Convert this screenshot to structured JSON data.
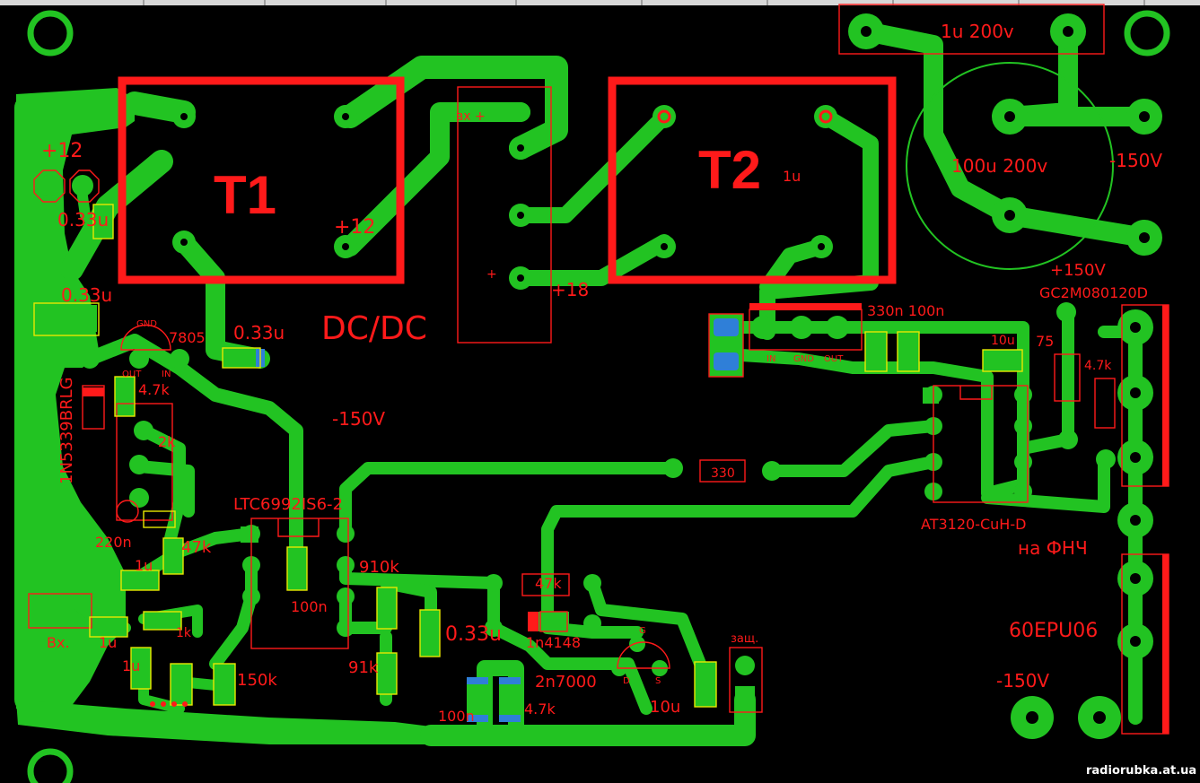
{
  "labels": {
    "t1": "T1",
    "t2": "T2",
    "dcdc": "DC/DC",
    "plus12_left": "+12",
    "plus12_t1": "+12",
    "plus18": "+18",
    "vx_plus": "вх  +",
    "plus_sign": "+",
    "c033_1": "0.33u",
    "c033_2": "0.33u",
    "c033_3": "0.33u",
    "c033_4": "0.33u",
    "reg7805": "7805",
    "gnd": "GND",
    "out": "OUT",
    "in": "IN",
    "zener": "1N5339BRLG",
    "r47k_1": "4.7k",
    "r2k": "2k",
    "c220n": "220n",
    "r47k_big": "47k",
    "c1u_1": "1u",
    "c1u_2": "1u",
    "c1u_3": "1u",
    "r1k": "1k",
    "vx": "Вх.",
    "r150k": "150k",
    "minus150_mid": "-150V",
    "ltc": "LTC6992IS6-2",
    "c100n_1": "100n",
    "r910k": "910k",
    "r91k": "91k",
    "r330": "330",
    "r47k_2": "47k",
    "d1n4148": "1n4148",
    "q2n7000": "2n7000",
    "g": "G",
    "d": "D",
    "s": "S",
    "c100n_2": "100n",
    "r47k_3": "4.7k",
    "c10u_1": "10u",
    "zash": "защ.",
    "t2_1u": "1u",
    "cap_1u200": "1u 200v",
    "cap_100u200": "100u 200v",
    "minus150_right": "-150V",
    "plus150": "+150V",
    "gc2m": "GC2M080120D",
    "c330n100n": "330n 100n",
    "in2": "IN",
    "gnd2": "GND",
    "out2": "OUT",
    "c10u_2": "10u",
    "r75": "75",
    "r47k_4": "4.7k",
    "at3120": "AT3120-CuH-D",
    "nafnch": "на ФНЧ",
    "epu": "60EPU06",
    "minus150_bottom": "-150V",
    "watermark": "radiorubka.at.ua"
  },
  "colors": {
    "background": "#000000",
    "copper": "#22c322",
    "silkscreen": "#ff1a1a",
    "outline": "#e8e800",
    "smd_pad": "#2f7fd8"
  }
}
